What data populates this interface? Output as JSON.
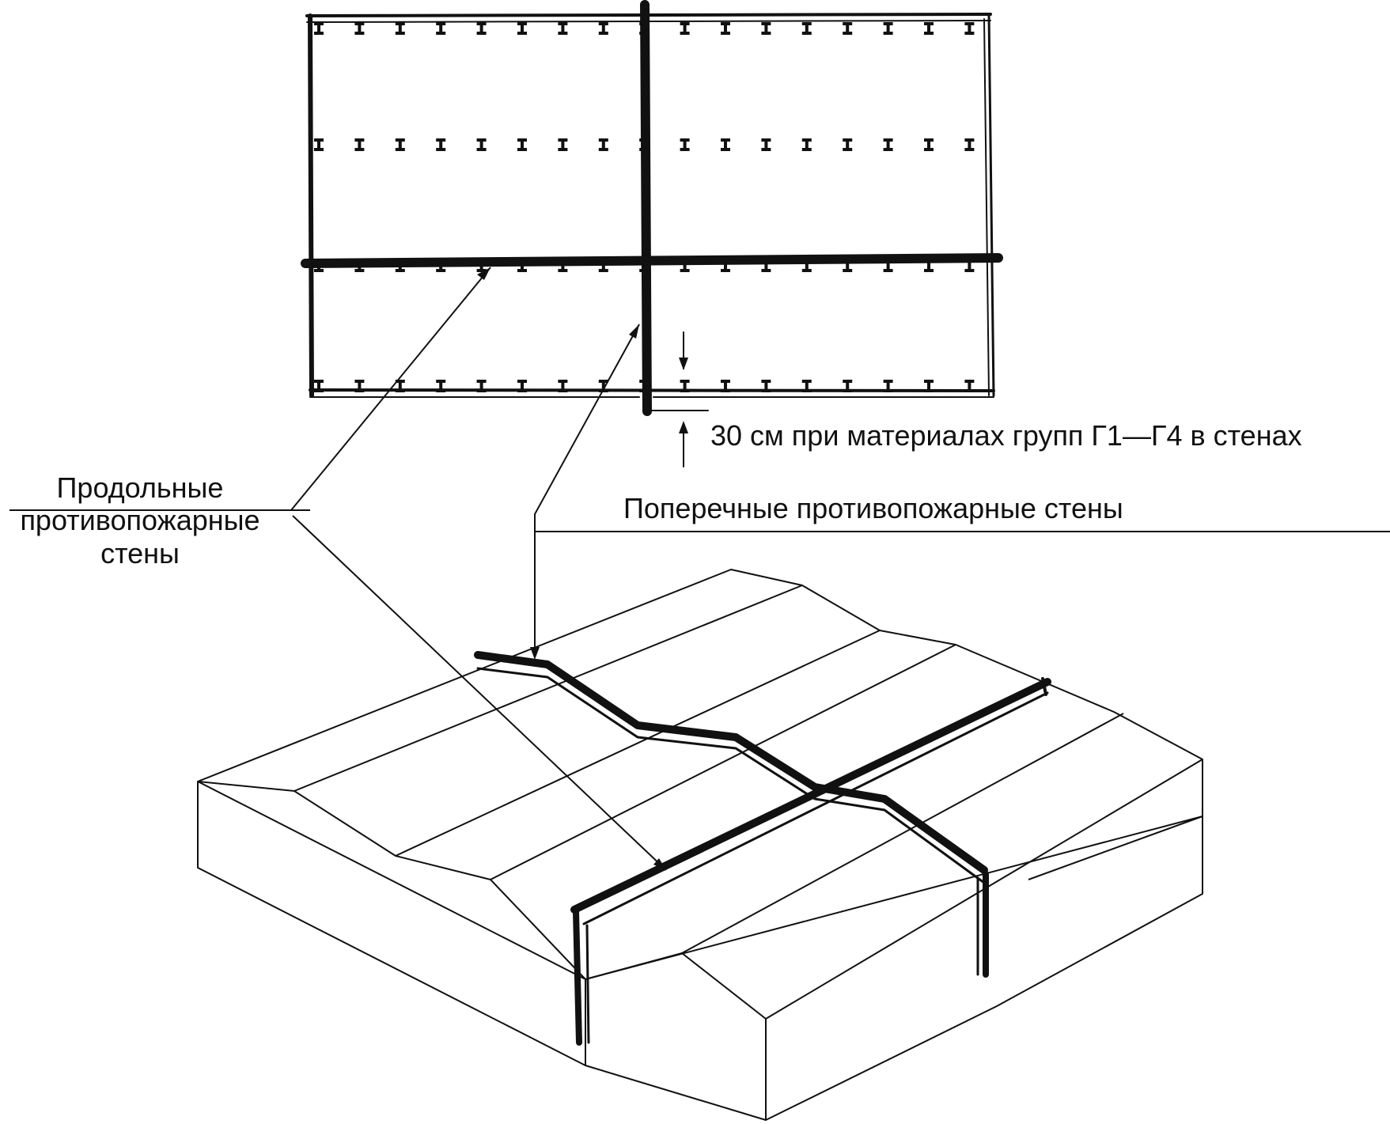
{
  "labels": {
    "dimension_note": "30 см при материалах групп Г1—Г4 в стенах",
    "transverse_walls": "Поперечные противопожарные стены",
    "longitudinal_walls": {
      "line1": "Продольные",
      "line2": "противопожарные",
      "line3": "стены"
    }
  },
  "colors": {
    "ink": "#111111",
    "background": "#ffffff"
  }
}
